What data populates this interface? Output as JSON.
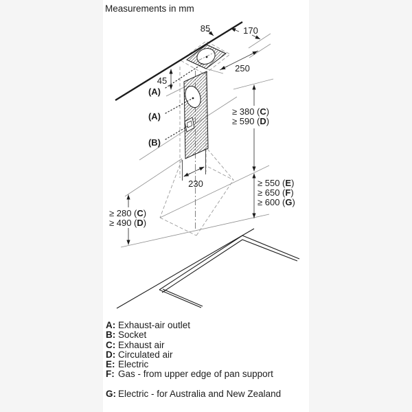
{
  "window": {
    "title": "Measurements in mm"
  },
  "colors": {
    "background": "#ffffff",
    "side_panel": "#f5f5f5",
    "object_line": "#1c1c1c",
    "dim_line": "#4a4a4a",
    "construction_line": "#8f8f8f",
    "dashed_line": "#9a9a9a"
  },
  "diagram": {
    "callouts": {
      "a_top": "(A)",
      "a_mid": "(A)",
      "b": "(B)"
    },
    "dims": {
      "d85": "85",
      "d170": "170",
      "d250": "250",
      "d45": "45",
      "d230": "230",
      "right_upper": [
        {
          "prefix": "≥ 380 (",
          "letter": "C",
          "suffix": ")"
        },
        {
          "prefix": "≥ 590 (",
          "letter": "D",
          "suffix": ")"
        }
      ],
      "right_lower": [
        {
          "prefix": "≥ 550 (",
          "letter": "E",
          "suffix": ")"
        },
        {
          "prefix": "≥ 650 (",
          "letter": "F",
          "suffix": ")"
        },
        {
          "prefix": "≥ 600 (",
          "letter": "G",
          "suffix": ")"
        }
      ],
      "left": [
        {
          "prefix": "≥ 280 (",
          "letter": "C",
          "suffix": ")"
        },
        {
          "prefix": "≥ 490 (",
          "letter": "D",
          "suffix": ")"
        }
      ]
    }
  },
  "legend": {
    "items": [
      {
        "letter": "A:",
        "text": "Exhaust-air outlet"
      },
      {
        "letter": "B:",
        "text": "Socket"
      },
      {
        "letter": "C:",
        "text": "Exhaust air"
      },
      {
        "letter": "D:",
        "text": "Circulated air"
      },
      {
        "letter": "E:",
        "text": "Electric"
      },
      {
        "letter": "F:",
        "text": "Gas - from upper edge of pan support"
      },
      {
        "letter": "G:",
        "text": "Electric - for Australia and New Zealand"
      }
    ]
  }
}
